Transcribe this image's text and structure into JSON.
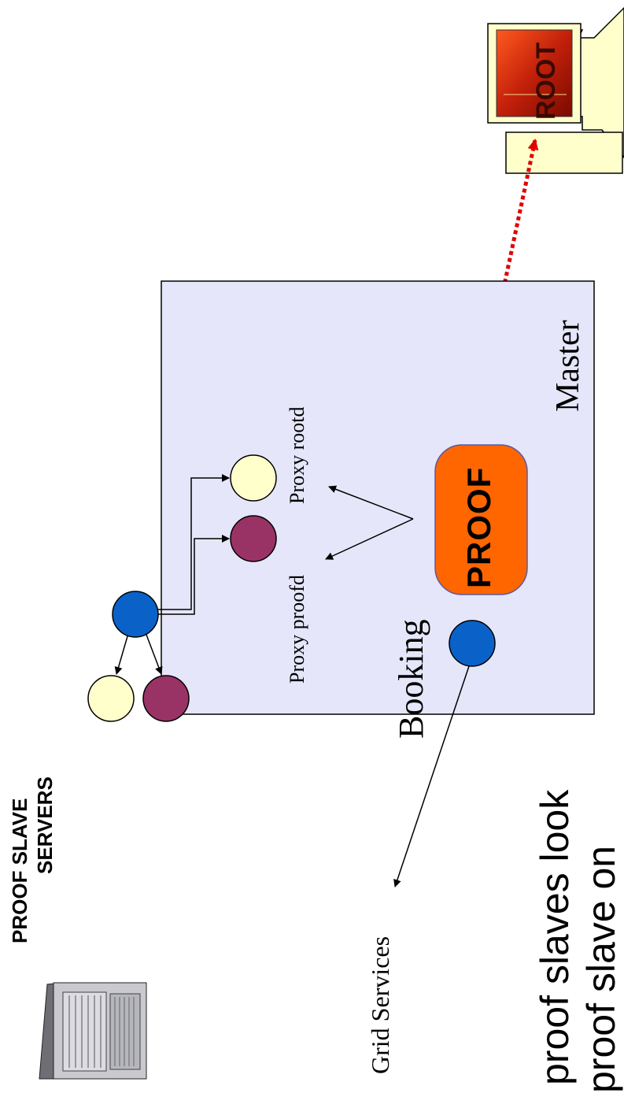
{
  "diagram": {
    "master_label": "Master",
    "booking_label": "Booking",
    "proof_label": "PROOF",
    "root_label": "ROOT",
    "proxy_rootd_label": "Proxy rootd",
    "proxy_proofd_label": "Proxy proofd",
    "grid_services_label": "Grid Services",
    "slave_servers_line1": "PROOF SLAVE",
    "slave_servers_line2": "SERVERS",
    "caption_line1": "proof slaves look",
    "caption_line2": "proof slave on"
  },
  "colors": {
    "master_box_fill": "#e6e6fa",
    "proof_fill": "#ff6600",
    "blue_node": "#0a62c9",
    "cream_node": "#ffffcc",
    "maroon_node": "#993366",
    "root_link": "#e00000",
    "client_fill": "#ffffcc"
  }
}
